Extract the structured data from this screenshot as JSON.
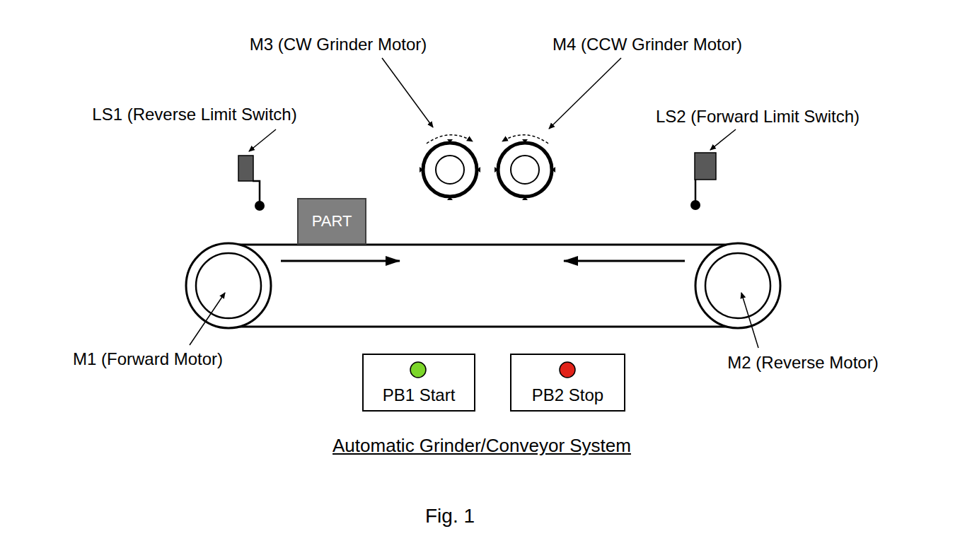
{
  "diagram": {
    "title": "Automatic Grinder/Conveyor System",
    "caption": "Fig. 1",
    "nodes": [
      {
        "text": [
          "PART"
        ]
      },
      {
        "text": [
          "PB1 Start"
        ]
      },
      {
        "text": [
          "PB2 Stop"
        ]
      }
    ],
    "labels": [
      "M3 (CW Grinder Motor)",
      "M4 (CCW Grinder Motor)",
      "LS1 (Reverse Limit Switch)",
      "LS2 (Forward Limit Switch)",
      "M1 (Forward Motor)",
      "M2 (Reverse Motor)"
    ]
  }
}
